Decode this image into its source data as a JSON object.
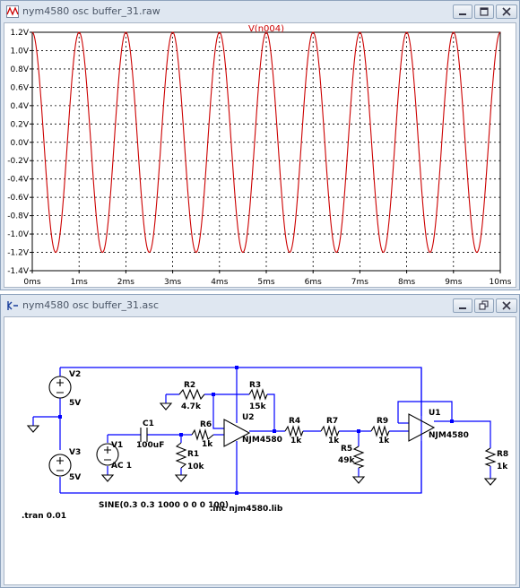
{
  "plot_window": {
    "title": "nym4580 osc buffer_31.raw",
    "controls": {
      "minimize": "minimize",
      "maximize": "maximize",
      "close": "close"
    }
  },
  "schematic_window": {
    "title": "nym4580 osc buffer_31.asc"
  },
  "chart_data": {
    "type": "line",
    "title": "V(n004)",
    "xlabel": "",
    "ylabel": "",
    "x_ticks": [
      "0ms",
      "1ms",
      "2ms",
      "3ms",
      "4ms",
      "5ms",
      "6ms",
      "7ms",
      "8ms",
      "9ms",
      "10ms"
    ],
    "y_ticks": [
      "1.2V",
      "1.0V",
      "0.8V",
      "0.6V",
      "0.4V",
      "0.2V",
      "0.0V",
      "-0.2V",
      "-0.4V",
      "-0.6V",
      "-0.8V",
      "-1.0V",
      "-1.2V",
      "-1.4V"
    ],
    "xlim": [
      0,
      10
    ],
    "ylim": [
      -1.4,
      1.2
    ],
    "grid": true,
    "series": [
      {
        "name": "V(n004)",
        "color": "#cc0000",
        "frequency_khz": 1.0,
        "amplitude_v": 1.2,
        "offset_v": 0.0,
        "phase_ms_at_zero": -0.25
      }
    ]
  },
  "schematic": {
    "labels": {
      "v2": "V2",
      "v2_val": "5V",
      "v3": "V3",
      "v3_val": "5V",
      "v1": "V1",
      "v1_val": "AC 1",
      "c1": "C1",
      "c1_val": "100uF",
      "r1": "R1",
      "r1_val": "10k",
      "r2": "R2",
      "r2_val": "4.7k",
      "r3": "R3",
      "r3_val": "15k",
      "r4": "R4",
      "r4_val": "1k",
      "r5": "R5",
      "r5_val": "49k",
      "r6": "R6",
      "r6_val": "1k",
      "r7": "R7",
      "r7_val": "1k",
      "r8": "R8",
      "r8_val": "1k",
      "r9": "R9",
      "r9_val": "1k",
      "u1": "U1",
      "u1_val": "NJM4580",
      "u2": "U2",
      "u2_val": "NJM4580",
      "sine": "SINE(0.3 0.3 1000 0 0 0 100)",
      "inc": ".inc njm4580.lib",
      "tran": ".tran 0.01"
    },
    "colors": {
      "wire": "#0000ff",
      "component": "#000000",
      "node": "#0000ff"
    }
  }
}
